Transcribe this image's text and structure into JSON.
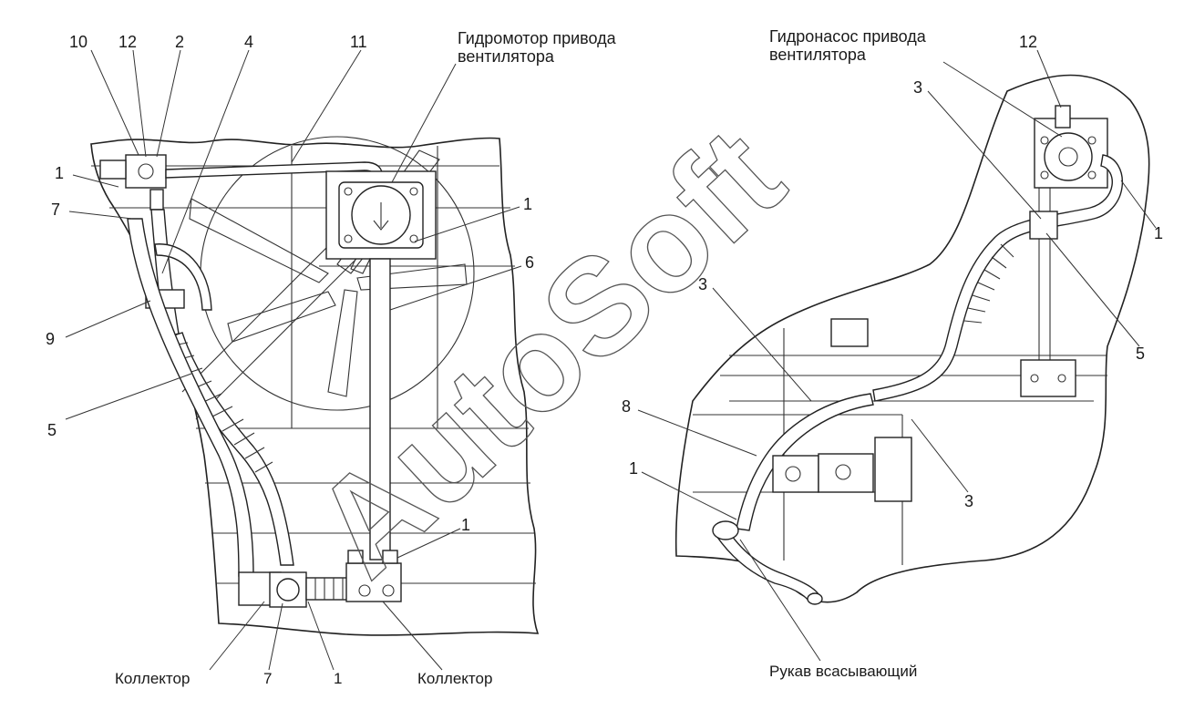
{
  "left_view": {
    "callouts": {
      "n10": "10",
      "n12": "12",
      "n2": "2",
      "n4": "4",
      "n11": "11",
      "n1a": "1",
      "n7a": "7",
      "n9": "9",
      "n5": "5",
      "n1b": "1",
      "n6": "6",
      "n1c": "1"
    },
    "motor_label": [
      "Гидромотор привода",
      "вентилятора"
    ],
    "bottom_labels": {
      "collector_left": "Коллектор",
      "n7": "7",
      "n1": "1",
      "collector_right": "Коллектор"
    }
  },
  "right_view": {
    "pump_label": [
      "Гидронасос привода",
      "вентилятора"
    ],
    "callouts": {
      "n12": "12",
      "n3a": "3",
      "n1a": "1",
      "n5": "5",
      "n3b": "3",
      "n8": "8",
      "n1b": "1",
      "n3c": "3"
    },
    "suction_hose_label": "Рукав всасывающий"
  },
  "watermark": "AutoSoft",
  "colors": {
    "line": "#222222",
    "background": "#ffffff",
    "watermark_stroke": "#555555"
  }
}
